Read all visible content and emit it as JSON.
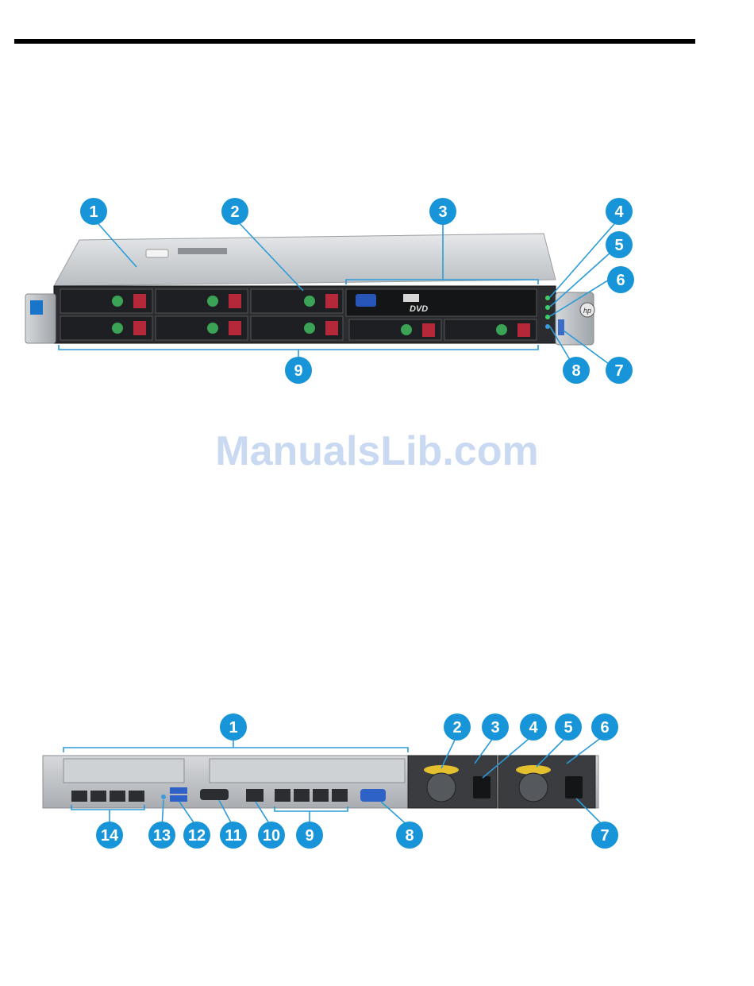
{
  "colors": {
    "callout_fill": "#1795d8",
    "leader_line": "#2a9bd8",
    "watermark": "#c9d9f1",
    "chassis_silver": "#c8cbce",
    "bay_dark": "#1d1f22"
  },
  "watermark": "ManualsLib.com",
  "front_view": {
    "callouts": [
      {
        "label": "1"
      },
      {
        "label": "2"
      },
      {
        "label": "3"
      },
      {
        "label": "4"
      },
      {
        "label": "5"
      },
      {
        "label": "6"
      },
      {
        "label": "7"
      },
      {
        "label": "8"
      },
      {
        "label": "9"
      }
    ],
    "markings": {
      "dvd": "DVD",
      "brand": "hp"
    }
  },
  "rear_view": {
    "callouts": [
      {
        "label": "1"
      },
      {
        "label": "2"
      },
      {
        "label": "3"
      },
      {
        "label": "4"
      },
      {
        "label": "5"
      },
      {
        "label": "6"
      },
      {
        "label": "7"
      },
      {
        "label": "8"
      },
      {
        "label": "9"
      },
      {
        "label": "10"
      },
      {
        "label": "11"
      },
      {
        "label": "12"
      },
      {
        "label": "13"
      },
      {
        "label": "14"
      }
    ]
  }
}
